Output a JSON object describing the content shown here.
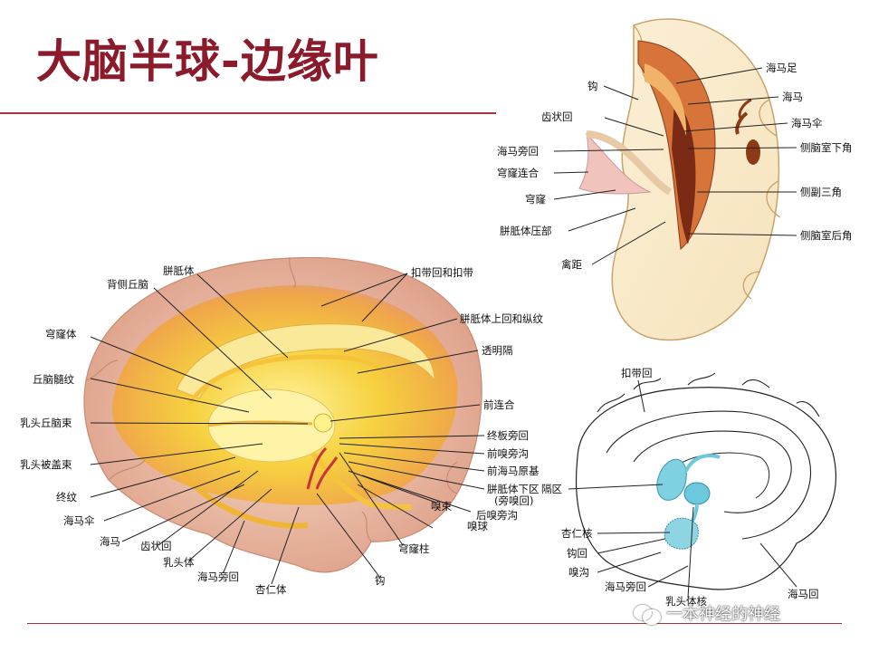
{
  "slide": {
    "title": "大脑半球-边缘叶"
  },
  "top_right": {
    "labels": {
      "gou": "钩",
      "chizhuanghui": "齿状回",
      "haimapanghui": "海马旁回",
      "qionglulianhe": "穹窿连合",
      "qionglu": "穹窿",
      "pianzhitiyabu": "胼胝体压部",
      "qinju": "禽距",
      "haimazu": "海马足",
      "haima": "海马",
      "haimasan": "海马伞",
      "celinaoshixiajiao": "侧脑室下角",
      "cefusanjiao": "侧副三角",
      "celinaoshihoujiao": "侧脑室后角"
    }
  },
  "left": {
    "labels": {
      "pianzhiti": "胼胝体",
      "beiceqiunao": "背侧丘脑",
      "qiongluti": "穹窿体",
      "qiunaosuiwen": "丘脑髓纹",
      "rutouqiunaoshu": "乳头丘脑束",
      "rutoubeigaishu": "乳头被盖束",
      "zhongwen": "终纹",
      "haimasan": "海马伞",
      "haima": "海马",
      "chizhuanghui": "齿状回",
      "rutouti": "乳头体",
      "haimapanghui": "海马旁回",
      "xingrenti": "杏仁体",
      "gou": "钩",
      "qionglozhu": "穹窿柱",
      "xiuqiu": "嗅球",
      "xiushu": "嗅束",
      "houxiupanggou": "后嗅旁沟",
      "pianzhitixiaqu": "胼胝体下区",
      "pangxiuhui": "(旁嗅回)",
      "qianhaimayuanji": "前海马原基",
      "qianxiupanggou": "前嗅旁沟",
      "zhongbanpanghui": "终板旁回",
      "qianlianhe": "前连合",
      "touminggé": "透明隔",
      "pianzhitishanghui": "胼胝体上回和纵纹",
      "koudaihui": "扣带回和扣带"
    }
  },
  "bottom_right": {
    "labels": {
      "koudaihui": "扣带回",
      "gequ": "隔区",
      "xingrenhe": "杏仁核",
      "gouhui": "钩回",
      "xiugou": "嗅沟",
      "haimapanghui": "海马旁回",
      "rutoutihe": "乳头体核",
      "haimahui": "海马回"
    }
  },
  "watermark": {
    "text": "一本神经的神经"
  },
  "colors": {
    "title": "#8b1a2b",
    "rule": "#a8333f",
    "brain_yellow": "#f7c836",
    "brain_pink": "#e9b79a",
    "septum_blue": "#69c5d8"
  }
}
